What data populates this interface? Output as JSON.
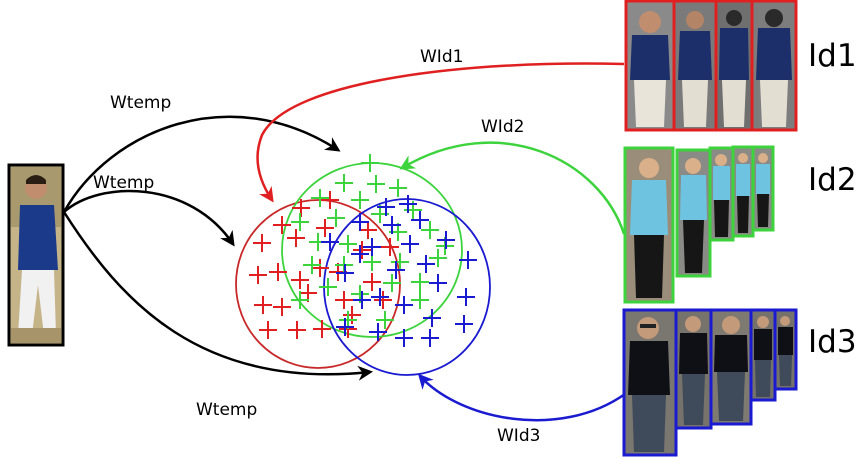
{
  "colors": {
    "id1": "#e02020",
    "id2": "#3dd33d",
    "id3": "#1a1ad0",
    "temp": "#000000",
    "crimson_circle": "#c82828"
  },
  "labels": {
    "wtemp_top": "Wtemp",
    "wtemp_mid": "Wtemp",
    "wtemp_bottom": "Wtemp",
    "wid1": "WId1",
    "wid2": "WId2",
    "wid3": "WId3",
    "id1": "Id1",
    "id2": "Id2",
    "id3": "Id3"
  },
  "icons": {
    "query": "query-person-photo",
    "id1": "id1-gallery-photos",
    "id2": "id2-gallery-photos",
    "id3": "id3-gallery-photos"
  }
}
